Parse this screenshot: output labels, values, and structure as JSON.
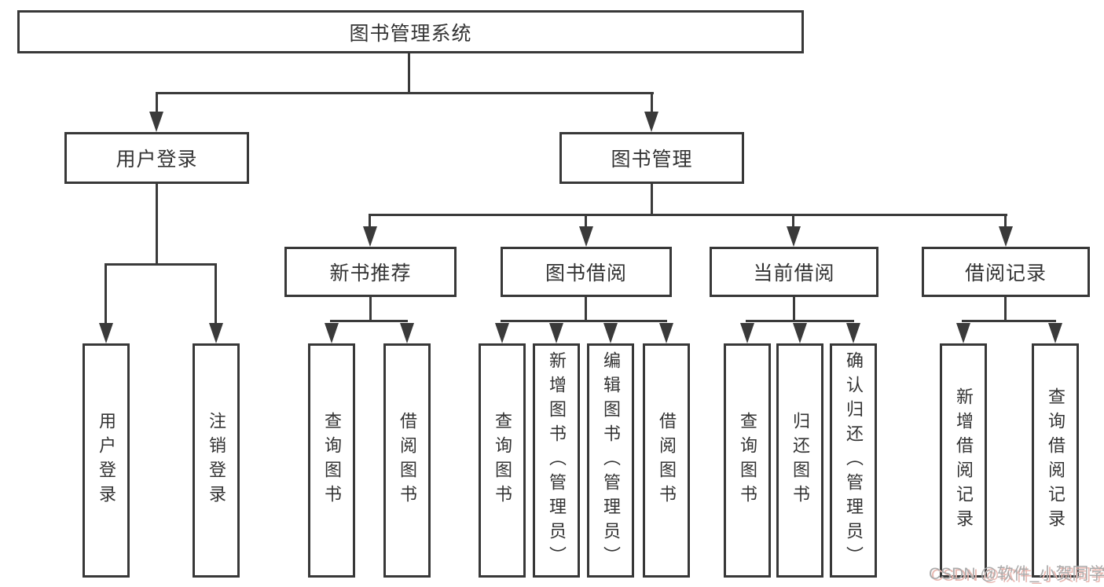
{
  "tree": {
    "root": {
      "label": "图书管理系统"
    },
    "branches": [
      {
        "label": "用户登录",
        "leaves": [
          "用户登录",
          "注销登录"
        ]
      },
      {
        "label": "图书管理",
        "groups": [
          {
            "label": "新书推荐",
            "leaves": [
              "查询图书",
              "借阅图书"
            ]
          },
          {
            "label": "图书借阅",
            "leaves": [
              "查询图书",
              "新增图书（管理员）",
              "编辑图书（管理员）",
              "借阅图书"
            ]
          },
          {
            "label": "当前借阅",
            "leaves": [
              "查询图书",
              "归还图书",
              "确认归还（管理员）"
            ]
          },
          {
            "label": "借阅记录",
            "leaves": [
              "新增借阅记录",
              "查询借阅记录"
            ]
          }
        ]
      }
    ]
  },
  "watermark": {
    "text": "CSDN @软件_小贺同学"
  },
  "colors": {
    "line": "#3a3a3a",
    "box_border": "#383838",
    "text": "#333333",
    "background": "#ffffff",
    "watermark_text": "#ababab",
    "watermark_shadow": "#e8b7b0"
  }
}
